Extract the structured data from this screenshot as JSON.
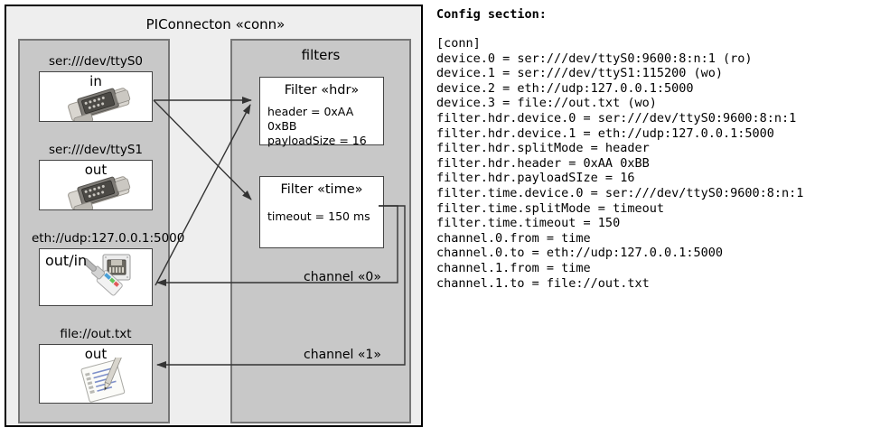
{
  "diagram": {
    "title": "PIConnecton «conn»",
    "devices_panel": {
      "name": "devices",
      "groups": [
        {
          "label": "ser:///dev/ttyS0",
          "direction": "in",
          "icon": "serial-db9-icon"
        },
        {
          "label": "ser:///dev/ttyS1",
          "direction": "out",
          "icon": "serial-db9-icon"
        },
        {
          "label": "eth://udp:127.0.0.1:5000",
          "direction": "out/in",
          "icon": "ethernet-rj45-icon"
        },
        {
          "label": "file://out.txt",
          "direction": "out",
          "icon": "notepad-pencil-icon"
        }
      ]
    },
    "filters_panel": {
      "title": "filters",
      "filters": [
        {
          "title": "Filter «hdr»",
          "props": [
            "header = 0xAA 0xBB",
            "payloadSize = 16"
          ]
        },
        {
          "title": "Filter «time»",
          "props": [
            "timeout = 150 ms"
          ]
        }
      ]
    },
    "channels": [
      {
        "label": "channel «0»"
      },
      {
        "label": "channel «1»"
      }
    ]
  },
  "config": {
    "heading": "Config section:",
    "lines": [
      "[conn]",
      "device.0 = ser:///dev/ttyS0:9600:8:n:1 (ro)",
      "device.1 = ser:///dev/ttyS1:115200 (wo)",
      "device.2 = eth://udp:127.0.0.1:5000",
      "device.3 = file://out.txt (wo)",
      "filter.hdr.device.0 = ser:///dev/ttyS0:9600:8:n:1",
      "filter.hdr.device.1 = eth://udp:127.0.0.1:5000",
      "filter.hdr.splitMode = header",
      "filter.hdr.header = 0xAA 0xBB",
      "filter.hdr.payloadSIze = 16",
      "filter.time.device.0 = ser:///dev/ttyS0:9600:8:n:1",
      "filter.time.splitMode = timeout",
      "filter.time.timeout = 150",
      "channel.0.from = time",
      "channel.0.to = eth://udp:127.0.0.1:5000",
      "channel.1.from = time",
      "channel.1.to = file://out.txt"
    ]
  },
  "colors": {
    "outer_bg": "#eeeeee",
    "panel_bg": "#c8c8c8",
    "box_bg": "#ffffff",
    "outline": "#000000",
    "panel_border": "#777777",
    "connector": "#333333"
  }
}
